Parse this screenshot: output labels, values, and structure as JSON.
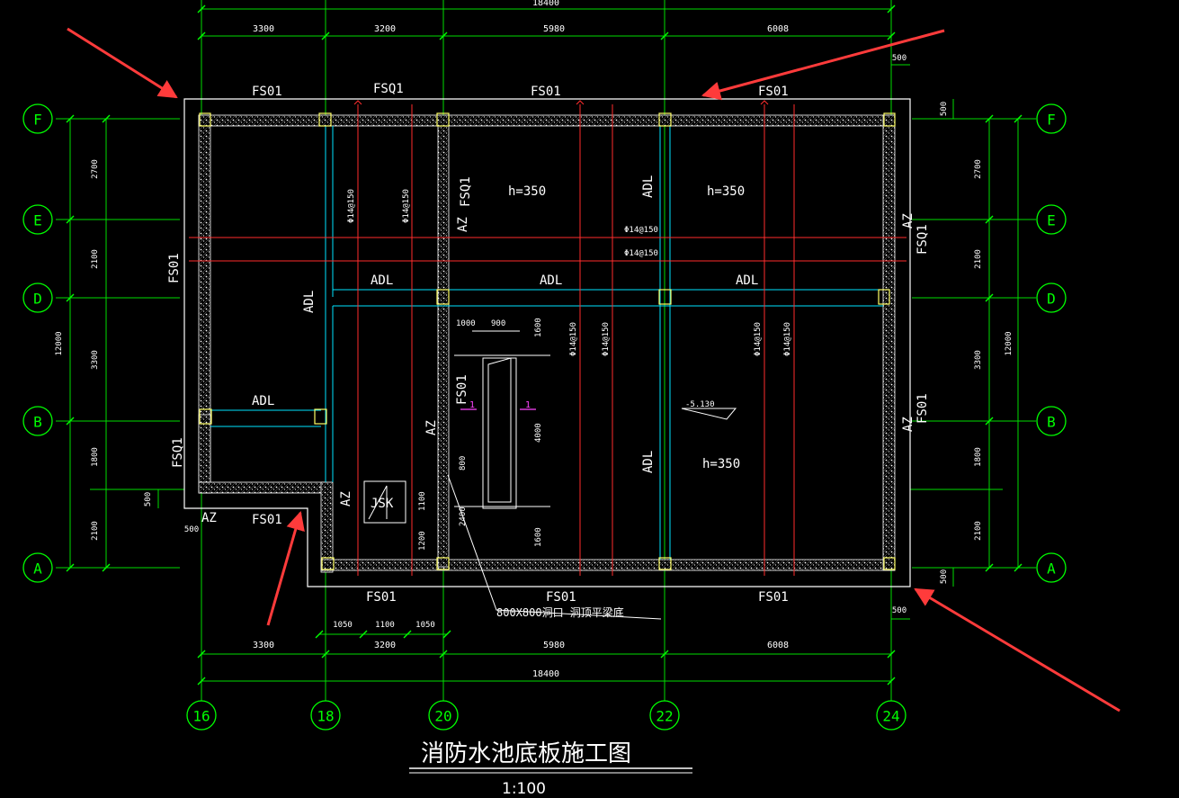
{
  "title": "消防水池底板施工图",
  "scale": "1:100",
  "axes_horizontal": [
    "16",
    "18",
    "20",
    "22",
    "24"
  ],
  "axes_vertical": [
    "F",
    "E",
    "D",
    "B",
    "A"
  ],
  "dims_top": {
    "total": "18400",
    "segments": [
      "3300",
      "3200",
      "5980",
      "6008"
    ],
    "right_small": "500"
  },
  "dims_bottom": {
    "segments": [
      "3300",
      "3200",
      "5980",
      "6008"
    ],
    "total": "18400",
    "sub": [
      "1050",
      "1100",
      "1050"
    ],
    "right_small": "500"
  },
  "dims_left": {
    "segments": [
      "2700",
      "2100",
      "3300",
      "1800",
      "2100"
    ],
    "total": "12000",
    "small": "500",
    "bottom_small": "500"
  },
  "dims_right": {
    "segments": [
      "2700",
      "2100",
      "3300",
      "1800",
      "2100"
    ],
    "total": "12000",
    "top_small": "500",
    "bottom_small": "500"
  },
  "labels": {
    "fsq1": "FSQ1",
    "fs01": "FS01",
    "adl": "ADL",
    "az": "AZ",
    "h350": "h=350",
    "rebar": "Φ14@150",
    "jsk": "JSK",
    "elev": "-5.130",
    "sec": "1",
    "d1000": "1000",
    "d900": "900",
    "d1600": "1600",
    "d4000": "4000",
    "d800": "800",
    "d1100": "1100",
    "d1200": "1200",
    "d2400": "2400",
    "hole": "800X800洞口 洞顶平梁底"
  }
}
